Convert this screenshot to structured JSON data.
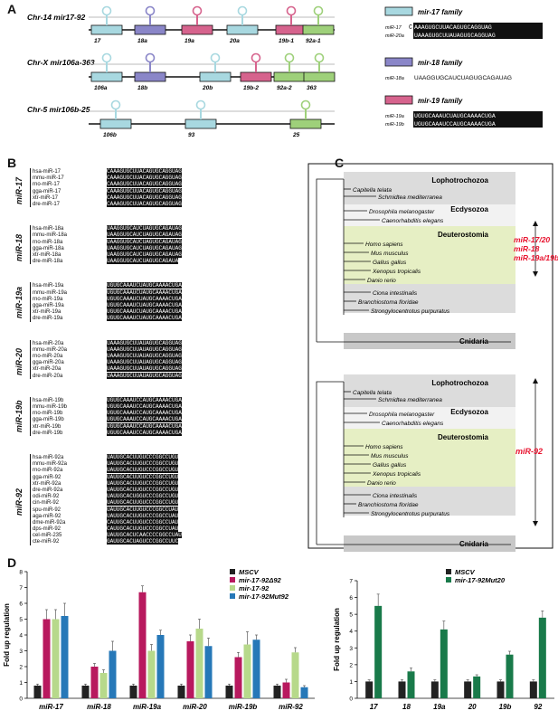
{
  "panel_labels": {
    "a": "A",
    "b": "B",
    "c": "C",
    "d": "D"
  },
  "panelA": {
    "clusters": [
      {
        "title": "Chr-14 mir17-92",
        "genes": [
          "17",
          "18a",
          "19a",
          "20a",
          "19b-1",
          "92a-1"
        ]
      },
      {
        "title": "Chr-X mir106a-363",
        "genes": [
          "106a",
          "18b",
          "20b",
          "19b-2",
          "92a-2",
          "363"
        ]
      },
      {
        "title": "Chr-5 mir106b-25",
        "genes": [
          "106b",
          "93",
          "25"
        ]
      }
    ],
    "families": [
      {
        "name": "mir-17 family",
        "color": "#a8d8e0",
        "rows": [
          {
            "id": "miR-17",
            "prefix": "C",
            "seq": "AAAGUGCUUACAGUGCAGGUAG"
          },
          {
            "id": "miR-20a",
            "prefix": "",
            "seq": "UAAAGUGCUUAUAGUGCAGGUAG"
          }
        ]
      },
      {
        "name": "mir-18 family",
        "color": "#8a86c8",
        "rows": [
          {
            "id": "miR-18a",
            "prefix": "",
            "seq": "UAAGGUGCAUCUAGUGCAGAUAG"
          }
        ]
      },
      {
        "name": "mir-19 family",
        "color": "#d6638d",
        "rows": [
          {
            "id": "miR-19a",
            "prefix": "",
            "seq": "UGUGCAAAUCUAUGCAAAACUGA"
          },
          {
            "id": "miR-19b",
            "prefix": "",
            "seq": "UGUGCAAAUCCAUGCAAAACUGA"
          }
        ]
      },
      {
        "name": "mir-92 family",
        "color": "#9ed07a",
        "rows": [
          {
            "id": "miR-92",
            "prefix": "",
            "seq": "UAUUGCACUUGUCCCGGCCUGU"
          }
        ]
      }
    ]
  },
  "panelB": {
    "groups": [
      {
        "label": "miR-17",
        "rows": [
          {
            "n": "hsa-miR-17",
            "s": "CAAAGUGCUUACAGUGCAGGUAG"
          },
          {
            "n": "mmu-miR-17",
            "s": "CAAAGUGCUUACAGUGCAGGUAG"
          },
          {
            "n": "rno-miR-17",
            "s": "CAAAGUGCUUACAGUGCAGGUAG"
          },
          {
            "n": "gga-miR-17",
            "s": "CAAAGUGCUUACAGUGCAGGUAG"
          },
          {
            "n": "xtr-miR-17",
            "s": "CAAAGUGCUUACAGUGCAGGUAG"
          },
          {
            "n": "dre-miR-17",
            "s": "CAAAGUGCUUACAGUGCAGGUAG"
          }
        ]
      },
      {
        "label": "miR-18",
        "rows": [
          {
            "n": "hsa-miR-18a",
            "s": "UAAGGUGCAUCUAGUGCAGAUAG"
          },
          {
            "n": "mmu-miR-18a",
            "s": "UAAGGUGCAUCUAGUGCAGAUAG"
          },
          {
            "n": "rno-miR-18a",
            "s": "UAAGGUGCAUCUAGUGCAGAUAG"
          },
          {
            "n": "gga-miR-18a",
            "s": "UAAGGUGCAUCUAGUGCAGAUAG"
          },
          {
            "n": "xtr-miR-18a",
            "s": "UAAGGUGCAUCUAGUGCAGAUAG"
          },
          {
            "n": "dre-miR-18a",
            "s": "UAAGGUGCAUCUAGUGCAGAUA"
          }
        ]
      },
      {
        "label": "miR-19a",
        "rows": [
          {
            "n": "hsa-miR-19a",
            "s": "UGUGCAAAUCUAUGCAAAACUGA"
          },
          {
            "n": "mmu-miR-19a",
            "s": "UGUGCAAAUCUAUGCAAAACUGA"
          },
          {
            "n": "rno-miR-19a",
            "s": "UGUGCAAAUCUAUGCAAAACUGA"
          },
          {
            "n": "gga-miR-19a",
            "s": "UGUGCAAAUCUAUGCAAAACUGA"
          },
          {
            "n": "xtr-miR-19a",
            "s": "UGUGCAAAUCUAUGCAAAACUGA"
          },
          {
            "n": "dre-miR-19a",
            "s": "UGUGCAAAUCUAUGCAAAACUGA"
          }
        ]
      },
      {
        "label": "miR-20",
        "rows": [
          {
            "n": "hsa-miR-20a",
            "s": "UAAAGUGCUUAUAGUGCAGGUAG"
          },
          {
            "n": "mmu-miR-20a",
            "s": "UAAAGUGCUUAUAGUGCAGGUAG"
          },
          {
            "n": "rno-miR-20a",
            "s": "UAAAGUGCUUAUAGUGCAGGUAG"
          },
          {
            "n": "gga-miR-20a",
            "s": "UAAAGUGCUUAUAGUGCAGGUAG"
          },
          {
            "n": "xtr-miR-20a",
            "s": "UAAAGUGCUUAUAGUGCAGGUAG"
          },
          {
            "n": "dre-miR-20a",
            "s": "UAAAGUGCUUAUAGUGCAGGUAG"
          }
        ]
      },
      {
        "label": "miR-19b",
        "rows": [
          {
            "n": "hsa-miR-19b",
            "s": "UGUGCAAAUCCAUGCAAAACUGA"
          },
          {
            "n": "mmu-miR-19b",
            "s": "UGUGCAAAUCCAUGCAAAACUGA"
          },
          {
            "n": "rno-miR-19b",
            "s": "UGUGCAAAUCCAUGCAAAACUGA"
          },
          {
            "n": "gga-miR-19b",
            "s": "UGUGCAAAUCCAUGCAAAACUGA"
          },
          {
            "n": "xtr-miR-19b",
            "s": "UGUGCAAAUCCAUGCAAAACUGA"
          },
          {
            "n": "dre-miR-19b",
            "s": "UGUGCAAAUCCAUGCAAAACUGA"
          }
        ]
      },
      {
        "label": "miR-92",
        "rows": [
          {
            "n": "hsa-miR-92a",
            "s": "UAUUGCACUUGUCCCGGCCUGU"
          },
          {
            "n": "mmu-miR-92a",
            "s": "UAUUGCACUUGUCCCGGCCUGU"
          },
          {
            "n": "rno-miR-92a",
            "s": "UAUUGCACUUGUCCCGGCCUGU"
          },
          {
            "n": "gga-miR-92",
            "s": "UAUUGCACUUGUCCCGGCCUGU"
          },
          {
            "n": "xtr-miR-92a",
            "s": "UAUUGCACUUGUCCCGGCCUGU"
          },
          {
            "n": "dre-miR-92a",
            "s": "UAUUGCACUUGUCCCGGCCUGU"
          },
          {
            "n": "odi-miR-92",
            "s": "UAUUGCACUGGUCCCGGCCUGU"
          },
          {
            "n": "cin-miR-92",
            "s": "UAUUGCACUUGUCCCGGCCUGU"
          },
          {
            "n": "spu-miR-92",
            "s": "UAUUGCACUUGUCCCGGCCUAU"
          },
          {
            "n": "aga-miR-92",
            "s": "UAUUGCACUUGUCCCGGCCUAU"
          },
          {
            "n": "dme-miR-92a",
            "s": "CAUUGCACUUGUCCCGGCCUAU"
          },
          {
            "n": "dps-miR-92",
            "s": "CAUUGCACUUGUCCCGGCCUAU"
          },
          {
            "n": "cel-miR-235",
            "s": "UAUUGCACUCAACCCCGGCCUAU"
          },
          {
            "n": "cte-miR-92",
            "s": "GAUUGCACUAGUCCCGGCCUUC"
          }
        ]
      }
    ]
  },
  "panelC": {
    "top": {
      "groups": [
        {
          "label": "Lophotrochozoa"
        },
        {
          "label": "Ecdysozoa"
        },
        {
          "label": "Deuterostomia"
        },
        {
          "label": "Cnidaria"
        }
      ],
      "species": [
        "Capitella telata",
        "Schmidtea mediterranea",
        "Drosophila melanogaster",
        "Caenorhabditis elegans",
        "Homo sapiens",
        "Mus musculus",
        "Gallus gallus",
        "Xenopus tropicalis",
        "Danio rerio",
        "Ciona intestinalis",
        "Branchiostoma floridae",
        "Strongylocentrotus purpuratus"
      ],
      "annotation": [
        "miR-17/20",
        "miR-18",
        "miR-19a/19b"
      ]
    },
    "bottom": {
      "groups": [
        {
          "label": "Lophotrochozoa"
        },
        {
          "label": "Ecdysozoa"
        },
        {
          "label": "Deuterostomia"
        },
        {
          "label": "Cnidaria"
        }
      ],
      "species": [
        "Capitella telata",
        "Schmidtea mediterranea",
        "Drosophila melanogaster",
        "Caenorhabditis elegans",
        "Homo sapiens",
        "Mus musculus",
        "Gallus gallus",
        "Xenopus tropicalis",
        "Danio rerio",
        "Ciona intestinalis",
        "Branchiostoma floridae",
        "Strongylocentrotus purpuratus"
      ],
      "annotation": [
        "miR-92"
      ]
    },
    "annotation_color": "#e8112d"
  },
  "chart_data": [
    {
      "type": "bar",
      "ylabel": "Fold up regulation",
      "ylim": [
        0,
        8
      ],
      "yticks": [
        0,
        1,
        2,
        3,
        4,
        5,
        6,
        7,
        8
      ],
      "categories": [
        "miR-17",
        "miR-18",
        "miR-19a",
        "miR-20",
        "miR-19b",
        "miR-92"
      ],
      "series": [
        {
          "name": "MSCV",
          "color": "#222222",
          "values": [
            0.8,
            0.8,
            0.8,
            0.8,
            0.8,
            0.8
          ],
          "err": [
            0.1,
            0.1,
            0.1,
            0.1,
            0.1,
            0.1
          ]
        },
        {
          "name": "mir-17-92Δ92",
          "color": "#b8195e",
          "values": [
            5.0,
            2.0,
            6.7,
            3.6,
            2.6,
            1.0
          ],
          "err": [
            0.6,
            0.2,
            0.4,
            0.4,
            0.3,
            0.2
          ]
        },
        {
          "name": "mir-17-92",
          "color": "#b7d98b",
          "values": [
            5.0,
            1.6,
            3.0,
            4.4,
            3.4,
            2.9
          ],
          "err": [
            0.6,
            0.2,
            0.4,
            0.6,
            0.8,
            0.3
          ]
        },
        {
          "name": "mir-17-92Mut92",
          "color": "#2678b8",
          "values": [
            5.2,
            3.0,
            4.0,
            3.3,
            3.7,
            0.7
          ],
          "err": [
            0.8,
            0.6,
            0.3,
            0.5,
            0.3,
            0.1
          ]
        }
      ]
    },
    {
      "type": "bar",
      "ylabel": "Fold up regulation",
      "ylim": [
        0,
        7
      ],
      "yticks": [
        0,
        1,
        2,
        3,
        4,
        5,
        6,
        7
      ],
      "categories": [
        "17",
        "18",
        "19a",
        "20",
        "19b",
        "92"
      ],
      "series": [
        {
          "name": "MSCV",
          "color": "#222222",
          "values": [
            1.0,
            1.0,
            1.0,
            1.0,
            1.0,
            1.0
          ],
          "err": [
            0.1,
            0.1,
            0.1,
            0.1,
            0.1,
            0.1
          ]
        },
        {
          "name": "mir-17-92Mut20",
          "color": "#197a4a",
          "values": [
            5.5,
            1.6,
            4.1,
            1.3,
            2.6,
            4.8
          ],
          "err": [
            0.7,
            0.2,
            0.5,
            0.1,
            0.2,
            0.4
          ]
        }
      ]
    }
  ]
}
